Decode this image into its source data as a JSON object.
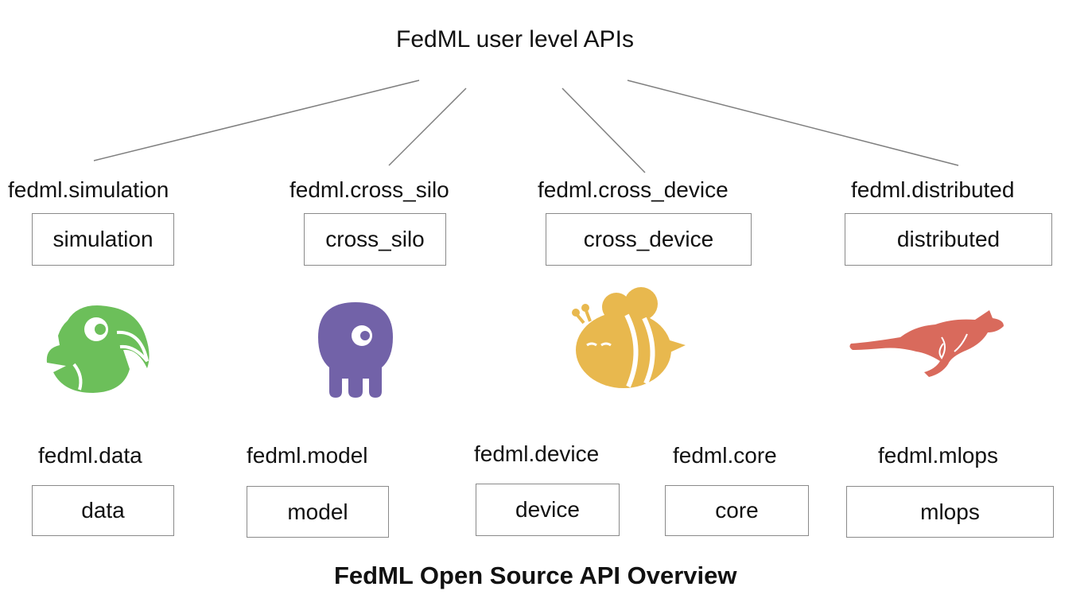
{
  "top_title": "FedML user level APIs",
  "user_apis": [
    {
      "label": "fedml.simulation",
      "box": "simulation"
    },
    {
      "label": "fedml.cross_silo",
      "box": "cross_silo"
    },
    {
      "label": "fedml.cross_device",
      "box": "cross_device"
    },
    {
      "label": "fedml.distributed",
      "box": "distributed"
    }
  ],
  "lower_apis": [
    {
      "label": "fedml.data",
      "box": "data"
    },
    {
      "label": "fedml.model",
      "box": "model"
    },
    {
      "label": "fedml.device",
      "box": "device"
    },
    {
      "label": "fedml.core",
      "box": "core"
    },
    {
      "label": "fedml.mlops",
      "box": "mlops"
    }
  ],
  "icons": [
    "parrot-icon",
    "octopus-icon",
    "bee-icon",
    "cheetah-icon"
  ],
  "colors": {
    "parrot": "#6cbf5a",
    "octopus": "#7262a8",
    "bee": "#e8b84e",
    "cheetah": "#d96a5c",
    "box_border": "#8a8a8a",
    "connector": "#7f7f7f"
  },
  "caption": "FedML Open Source API Overview"
}
